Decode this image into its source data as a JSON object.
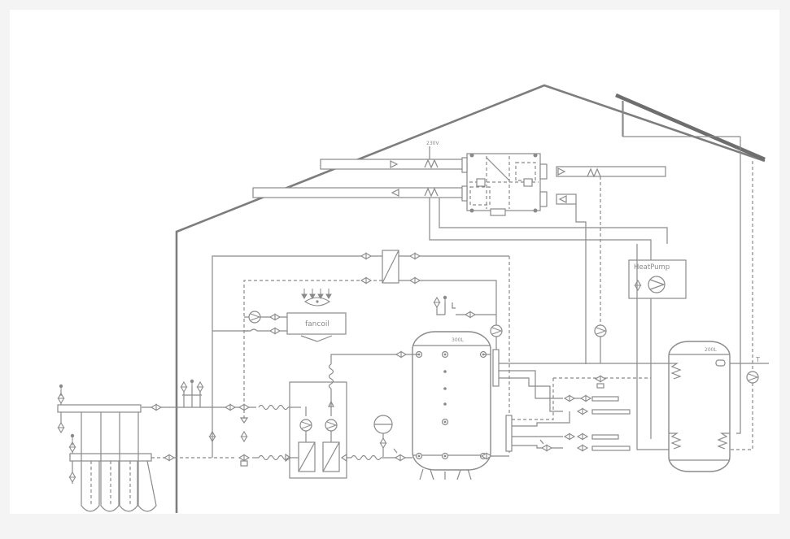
{
  "labels": {
    "voltage": "230V",
    "fancoil": "fancoil",
    "heat_pump": "HeatPump",
    "tank_large": "300L",
    "tank_small": "200L",
    "sensor_t": "T"
  },
  "colors": {
    "background": "#f4f4f4",
    "panel": "#ffffff",
    "line": "#8a8a8a",
    "wall": "#7d7d7d"
  },
  "icons": [
    "valve-icon",
    "pump-icon",
    "fan-icon",
    "heat-exchanger-icon",
    "expansion-vessel-icon",
    "arrow-icon",
    "coil-icon"
  ]
}
